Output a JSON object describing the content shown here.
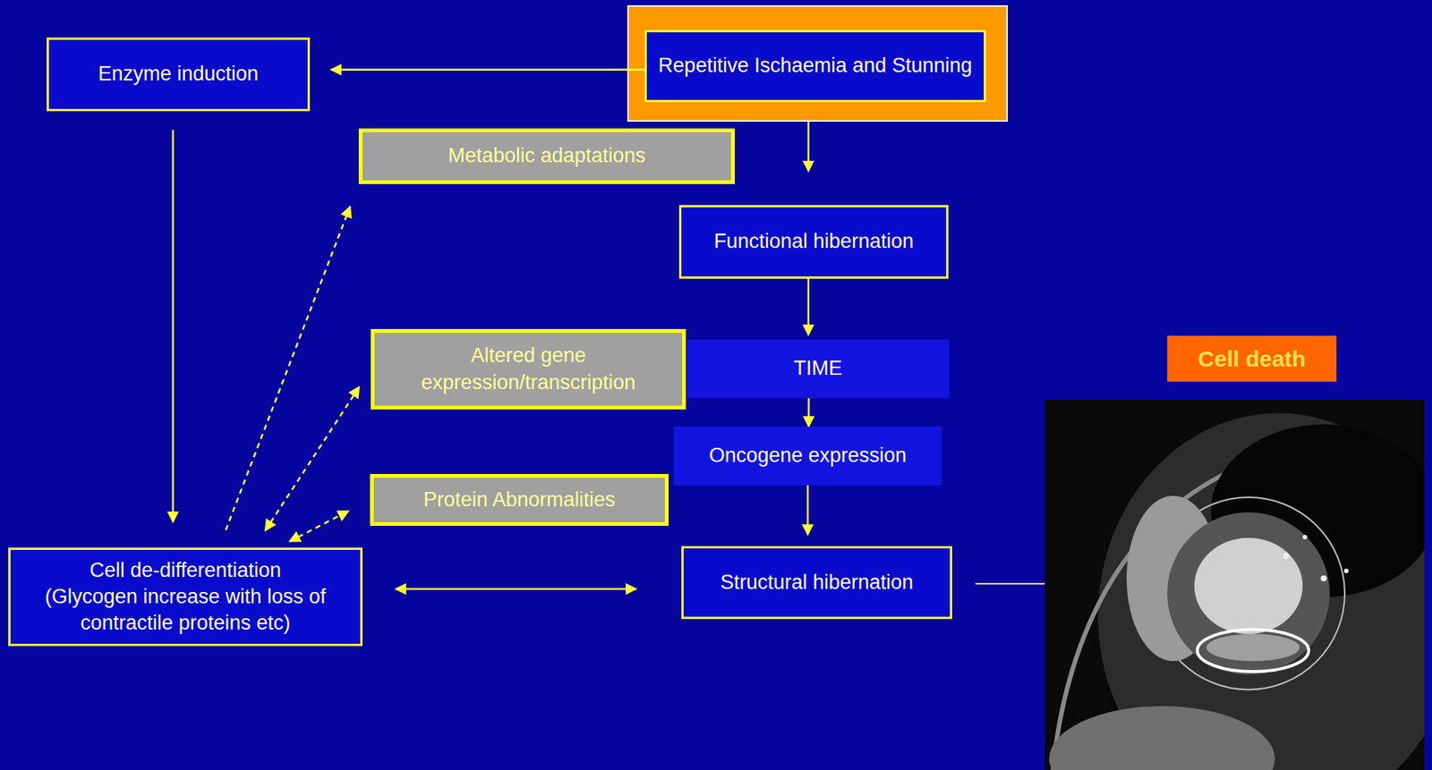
{
  "diagram": {
    "nodes": [
      {
        "text": [
          "Enzyme induction"
        ]
      },
      {
        "text": [
          "Repetitive Ischaemia and Stunning"
        ]
      },
      {
        "text": [
          "Metabolic adaptations"
        ]
      },
      {
        "text": [
          "Functional hibernation"
        ]
      },
      {
        "text": [
          "Altered gene expression/transcription"
        ]
      },
      {
        "text": [
          "TIME"
        ]
      },
      {
        "text": [
          "Cell death"
        ]
      },
      {
        "text": [
          "Oncogene expression"
        ]
      },
      {
        "text": [
          "Protein Abnormalities"
        ]
      },
      {
        "text": [
          "Cell de-differentiation",
          "(Glycogen increase with loss of contractile proteins etc)"
        ]
      },
      {
        "text": [
          "Structural hibernation"
        ]
      }
    ],
    "edges": [
      {
        "from": 1,
        "to": 0,
        "arrow": "to"
      },
      {
        "from": 1,
        "to": 3,
        "arrow": "to"
      },
      {
        "from": 3,
        "to": 5,
        "arrow": "to"
      },
      {
        "from": 5,
        "to": 7,
        "arrow": "to"
      },
      {
        "from": 7,
        "to": 10,
        "arrow": "to"
      },
      {
        "from": 0,
        "to": 9,
        "arrow": "to"
      },
      {
        "from": 9,
        "to": 2,
        "arrow": "to"
      },
      {
        "from": 9,
        "to": 4,
        "arrow": "both"
      },
      {
        "from": 9,
        "to": 8,
        "arrow": "both"
      },
      {
        "from": 9,
        "to": 10,
        "arrow": "both"
      }
    ]
  }
}
